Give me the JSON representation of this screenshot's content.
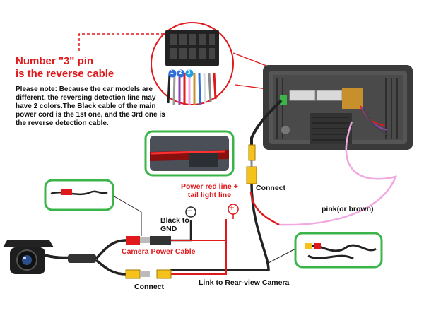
{
  "header": {
    "title_line1": "Number \"3\" pin",
    "title_line2": "is the reverse cable"
  },
  "note": {
    "lead": "Please note: Because the car models are different, the reversing detection line may have 2 colors.The ",
    "highlight": "Black cable",
    "tail": " of the main power cord is the 1st one, and the 3rd one is the reverse detection cable."
  },
  "connector": {
    "pins": [
      "1",
      "2",
      "3"
    ]
  },
  "labels": {
    "power_line": "Power red line +",
    "tail_light": "tail light line",
    "black_to_gnd": "Black to\nGND",
    "connect_top": "Connect",
    "connect_bottom": "Connect",
    "pink_brown": "pink(or brown)",
    "camera_power": "Camera Power Cable",
    "link_camera": "Link to Rear-view Camera",
    "minus": "−",
    "plus": "+"
  },
  "colors": {
    "accent_red": "#e0191c",
    "frame_green": "#3bb54a",
    "pink_wire": "#f1a7e0",
    "rca_yellow": "#f4c21a"
  }
}
